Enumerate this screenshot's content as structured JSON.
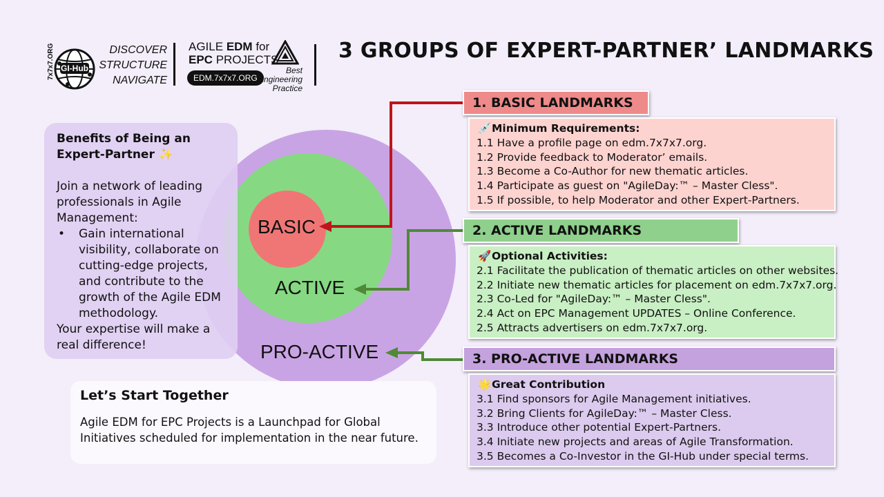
{
  "header": {
    "logo_side_text": "7x7x7.ORG",
    "logo_center_text": "GI-Hub",
    "tagline": [
      "DISCOVER",
      "STRUCTURE",
      "NAVIGATE"
    ],
    "edm_line1_a": "AGILE ",
    "edm_line1_b": "EDM",
    "edm_line1_c": " for",
    "edm_line2_a": "EPC",
    "edm_line2_b": " PROJECTS",
    "edm_url": "EDM.7x7x7.ORG",
    "best_practice": [
      "Best",
      "Engineering",
      "Practice"
    ],
    "title": "3 GROUPS OF EXPERT-PARTNER’ LANDMARKS"
  },
  "circles": {
    "basic": "BASIC",
    "active": "ACTIVE",
    "proactive": "PRO-ACTIVE"
  },
  "benefits": {
    "title": "Benefits of Being an Expert-Partner",
    "intro": "Join a network of leading professionals in Agile Management:",
    "bullet_mark": "•",
    "bullet": "Gain international visibility, collaborate on cutting-edge projects, and contribute to the growth of the Agile EDM methodology.",
    "closing": "Your expertise will make a real difference!"
  },
  "start": {
    "title": "Let’s Start Together",
    "body": "Agile EDM for EPC Projects is a Launchpad for Global Initiatives scheduled for implementation in the near future."
  },
  "landmarks": [
    {
      "header": "1. BASIC LANDMARKS",
      "subtitle": "Minimum Requirements:",
      "items": [
        "1.1 Have a profile page on edm.7x7x7.org.",
        "1.2 Provide feedback to Moderator’ emails.",
        "1.3 Become a Co-Author for new thematic articles.",
        "1.4 Participate as guest on \"AgileDay:™ – Master Cless\".",
        "1.5 If possible, to help Moderator and other Expert-Partners."
      ]
    },
    {
      "header": "2. ACTIVE LANDMARKS",
      "subtitle": "Optional Activities:",
      "items": [
        "2.1 Facilitate the publication of thematic articles on other websites.",
        "2.2 Initiate new thematic articles for placement on edm.7x7x7.org.",
        "2.3 Co-Led for \"AgileDay:™ – Master Cless\".",
        "2.4 Act on EPC Management UPDATES – Online Conference.",
        "2.5 Attracts advertisers on edm.7x7x7.org."
      ]
    },
    {
      "header": "3. PRO-ACTIVE LANDMARKS",
      "subtitle": "Great Contribution",
      "items": [
        "3.1 Find sponsors for Agile Management initiatives.",
        "3.2 Bring Clients for AgileDay:™ – Master Cless.",
        "3.3 Introduce other potential Expert-Partners.",
        "3.4 Initiate new projects and areas of Agile Transformation.",
        "3.5 Becomes a Co-Investor in the GI-Hub under special terms."
      ]
    }
  ],
  "colors": {
    "basic_header": "#ef8a8a",
    "basic_box": "#fdd3d0",
    "active_header": "#8fd08c",
    "active_box": "#c9efc4",
    "proactive_header": "#c4a2de",
    "proactive_box": "#dccbee",
    "arrow_red": "#c0141b",
    "arrow_green": "#4f8a36"
  }
}
